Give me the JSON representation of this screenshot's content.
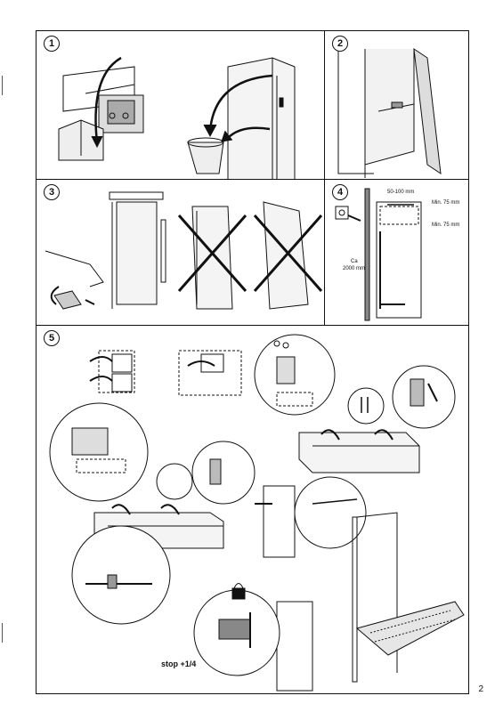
{
  "panels": {
    "p1": {
      "number": "1"
    },
    "p2": {
      "number": "2"
    },
    "p3": {
      "number": "3"
    },
    "p4": {
      "number": "4",
      "label_top": "50-100 mm",
      "label_min1": "Min. 75 mm",
      "label_min2": "Min. 75 mm",
      "label_ca": "Ca",
      "label_height": "2000 mm"
    },
    "p5": {
      "number": "5",
      "stop_label": "stop +1/4"
    }
  },
  "page_number": "2"
}
